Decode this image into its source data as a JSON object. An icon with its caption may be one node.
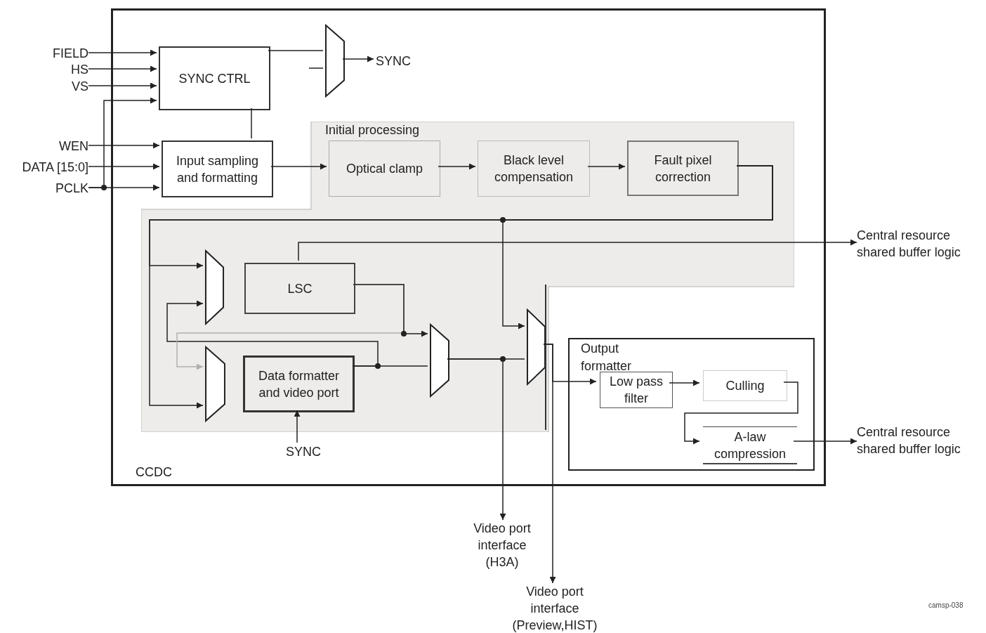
{
  "diagram": {
    "nodes": [
      {
        "text": [
          "CCDC"
        ]
      },
      {
        "text": [
          "Initial processing"
        ],
        "in": 0
      },
      {
        "text": [
          "FIELD"
        ]
      },
      {
        "text": [
          "HS"
        ]
      },
      {
        "text": [
          "VS"
        ]
      },
      {
        "text": [
          "WEN"
        ]
      },
      {
        "text": [
          "DATA [15:0]"
        ]
      },
      {
        "text": [
          "PCLK"
        ]
      },
      {
        "text": [
          "SYNC CTRL"
        ],
        "in": 0
      },
      {
        "text": [
          "Input sampling and formatting"
        ],
        "in": 0
      },
      {
        "text": [],
        "shape": "trapezoid",
        "in": 0
      },
      {
        "text": [
          "SYNC"
        ],
        "in": 0
      },
      {
        "text": [
          "Optical clamp"
        ],
        "in": 1
      },
      {
        "text": [
          "Black level compensation"
        ],
        "in": 1
      },
      {
        "text": [
          "Fault pixel correction"
        ],
        "in": 1
      },
      {
        "text": [],
        "shape": "trapezoid",
        "in": 1
      },
      {
        "text": [
          "LSC"
        ],
        "in": 1
      },
      {
        "text": [],
        "shape": "trapezoid",
        "in": 1
      },
      {
        "text": [
          "Data formatter and video port"
        ],
        "in": 1
      },
      {
        "text": [
          "SYNC"
        ],
        "in": 0
      },
      {
        "text": [],
        "shape": "trapezoid",
        "in": 1
      },
      {
        "text": [],
        "shape": "trapezoid",
        "in": 1
      },
      {
        "text": [
          "Output formatter"
        ],
        "in": 0
      },
      {
        "text": [
          "Low pass filter"
        ],
        "in": 22
      },
      {
        "text": [
          "Culling"
        ],
        "in": 22
      },
      {
        "text": [
          "A-law compression"
        ],
        "in": 22
      },
      {
        "text": [
          "Central resource shared buffer logic"
        ]
      },
      {
        "text": [
          "Central resource shared buffer logic"
        ]
      },
      {
        "text": [
          "Video port interface (H3A)"
        ]
      },
      {
        "text": [
          "Video port interface (Preview,HIST)"
        ]
      }
    ],
    "edges": [
      {
        "from": 2,
        "to": 8,
        "arrow": "to"
      },
      {
        "from": 3,
        "to": 8,
        "arrow": "to"
      },
      {
        "from": 4,
        "to": 8,
        "arrow": "to"
      },
      {
        "from": 7,
        "to": 8,
        "arrow": "to"
      },
      {
        "from": 5,
        "to": 9,
        "arrow": "to"
      },
      {
        "from": 6,
        "to": 9,
        "arrow": "to"
      },
      {
        "from": 7,
        "to": 9,
        "arrow": "to"
      },
      {
        "from": 8,
        "to": 10,
        "arrow": "none"
      },
      {
        "from": null,
        "to": 10,
        "arrow": "none"
      },
      {
        "from": 10,
        "to": 11,
        "arrow": "to"
      },
      {
        "from": 8,
        "to": 9,
        "arrow": "none"
      },
      {
        "from": 9,
        "to": 12,
        "arrow": "to"
      },
      {
        "from": 12,
        "to": 13,
        "arrow": "to"
      },
      {
        "from": 13,
        "to": 14,
        "arrow": "to"
      },
      {
        "from": 14,
        "to": 15,
        "arrow": "to"
      },
      {
        "from": 14,
        "to": 17,
        "arrow": "to"
      },
      {
        "from": 14,
        "to": 21,
        "arrow": "to"
      },
      {
        "from": 18,
        "to": 15,
        "arrow": "to"
      },
      {
        "from": 16,
        "to": 17,
        "arrow": "to",
        "color": "#b0b0b0"
      },
      {
        "from": 16,
        "to": 20,
        "arrow": "to"
      },
      {
        "from": 18,
        "to": 20,
        "arrow": "none"
      },
      {
        "from": 19,
        "to": 18,
        "arrow": "to"
      },
      {
        "from": 16,
        "to": 26,
        "arrow": "to"
      },
      {
        "from": 20,
        "to": 21,
        "arrow": "none"
      },
      {
        "from": 20,
        "to": 28,
        "arrow": "to"
      },
      {
        "from": 21,
        "to": 23,
        "arrow": "to"
      },
      {
        "from": 21,
        "to": 29,
        "arrow": "to"
      },
      {
        "from": 23,
        "to": 24,
        "arrow": "to"
      },
      {
        "from": 24,
        "to": 25,
        "arrow": "to"
      },
      {
        "from": 25,
        "to": 27,
        "arrow": "to"
      }
    ],
    "labels": [
      "camsp-038"
    ]
  }
}
